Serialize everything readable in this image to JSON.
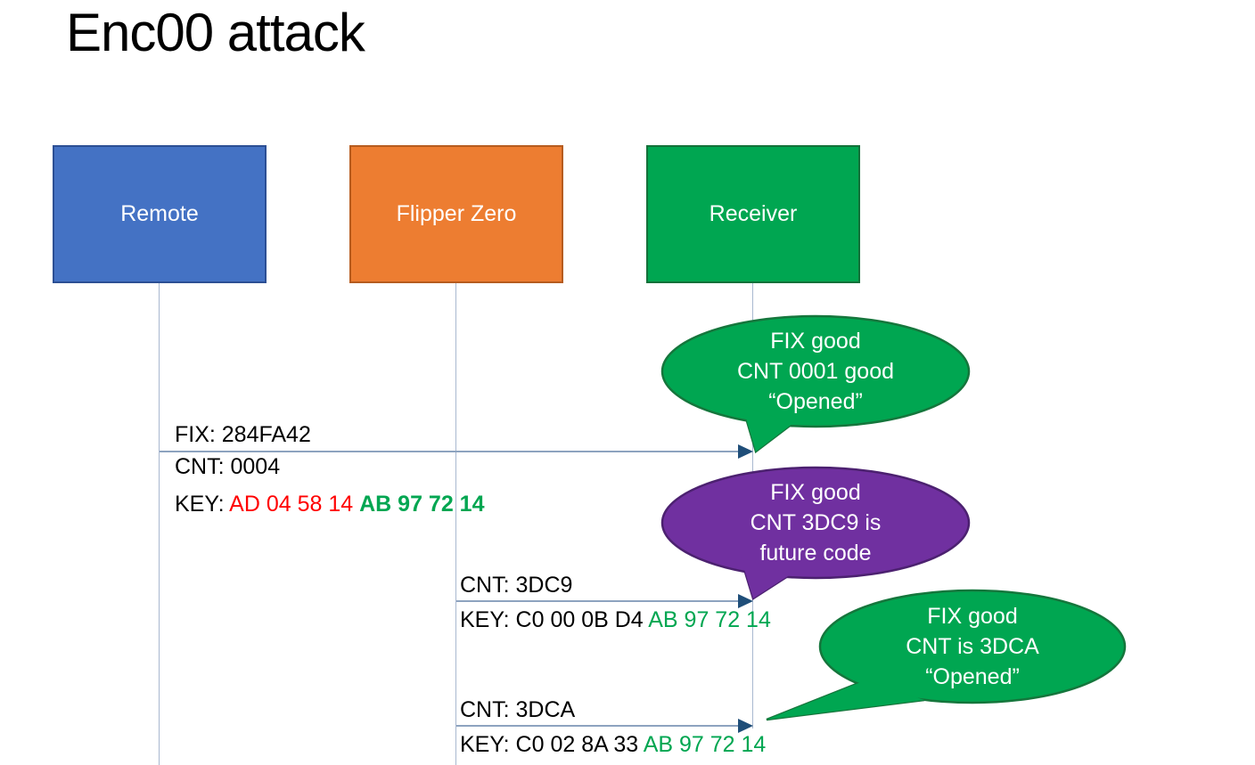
{
  "title": "Enc00 attack",
  "actors": [
    {
      "label": "Remote"
    },
    {
      "label": "Flipper Zero"
    },
    {
      "label": "Receiver"
    }
  ],
  "messages": {
    "m1": {
      "fix": "FIX: 284FA42",
      "cnt": "CNT: 0004",
      "key_prefix": "KEY: ",
      "key_red": "AD 04 58 14 ",
      "key_green": "AB 97 72 14"
    },
    "m2": {
      "cnt": "CNT: 3DC9",
      "key_prefix": "KEY: C0 00 0B D4 ",
      "key_green": "AB 97 72 14"
    },
    "m3": {
      "cnt": "CNT: 3DCA",
      "key_prefix": "KEY: C0 02 8A 33 ",
      "key_green": "AB 97 72 14"
    }
  },
  "callouts": [
    {
      "line1": "FIX good",
      "line2": "CNT 0001 good",
      "line3": "“Opened”"
    },
    {
      "line1": "FIX good",
      "line2": "CNT 3DC9 is",
      "line3": "future code"
    },
    {
      "line1": "FIX good",
      "line2": "CNT is 3DCA",
      "line3": "“Opened”"
    }
  ],
  "colors": {
    "remote_fill": "#4472C4",
    "flipper_fill": "#ED7D31",
    "receiver_fill": "#00A651",
    "callout_green": "#00A651",
    "callout_purple": "#7030A0",
    "key_red": "#FF0000",
    "key_green": "#00A651",
    "arrow_line": "#8DA3BF",
    "arrow_head": "#1F4E79"
  }
}
